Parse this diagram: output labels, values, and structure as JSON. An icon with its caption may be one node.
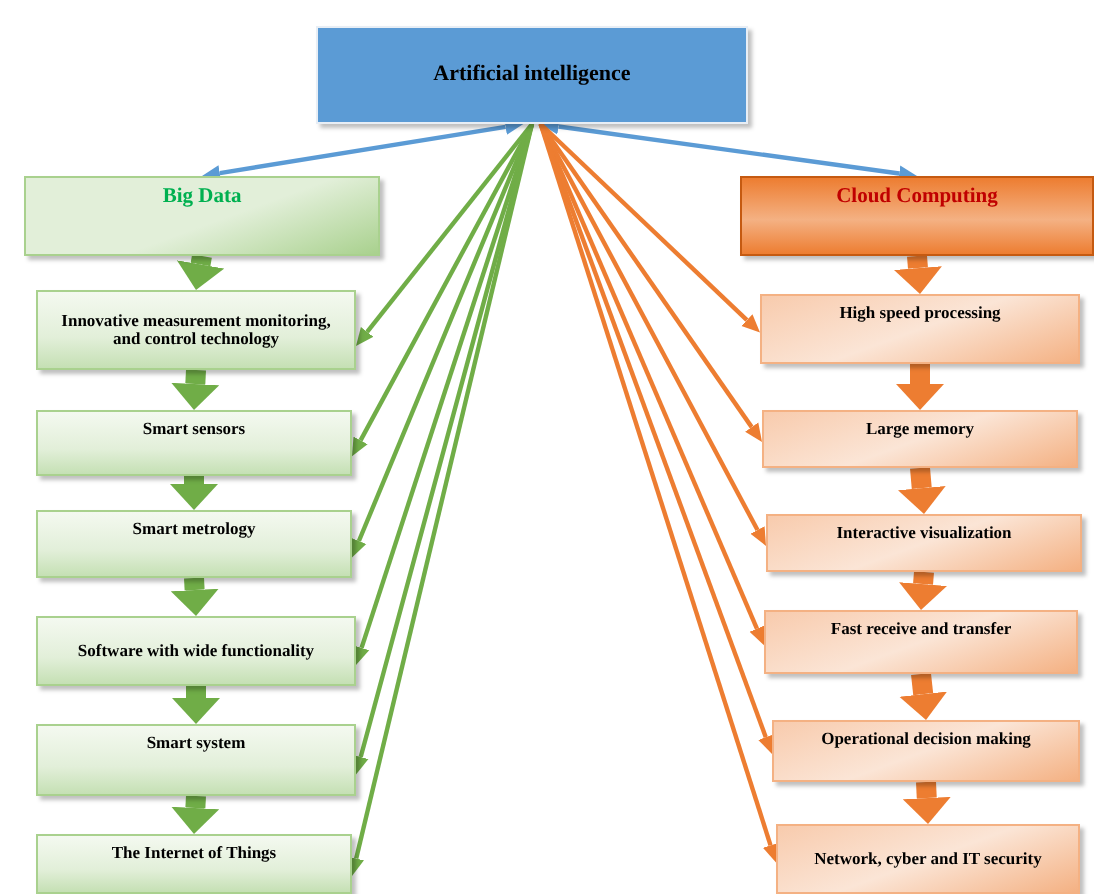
{
  "diagram": {
    "nodes": [
      {
        "text": [
          "Artificial intelligence"
        ]
      },
      {
        "text": [
          "Big Data"
        ]
      },
      {
        "text": [
          "Innovative measurement monitoring, and control technology"
        ]
      },
      {
        "text": [
          "Smart sensors"
        ]
      },
      {
        "text": [
          "Smart metrology"
        ]
      },
      {
        "text": [
          "Software with wide functionality"
        ]
      },
      {
        "text": [
          "Smart system"
        ]
      },
      {
        "text": [
          "The Internet of Things"
        ]
      },
      {
        "text": [
          "Cloud Computing"
        ]
      },
      {
        "text": [
          "High speed processing"
        ]
      },
      {
        "text": [
          "Large memory"
        ]
      },
      {
        "text": [
          "Interactive visualization"
        ]
      },
      {
        "text": [
          "Fast receive and transfer"
        ]
      },
      {
        "text": [
          "Operational decision making"
        ]
      },
      {
        "text": [
          "Network, cyber and IT security"
        ]
      }
    ],
    "edges": [
      {
        "from": 0,
        "to": 1,
        "arrow": "both",
        "color": "#5b9bd5"
      },
      {
        "from": 0,
        "to": 8,
        "arrow": "both",
        "color": "#5b9bd5"
      },
      {
        "from": 0,
        "to": 2,
        "arrow": "to",
        "color": "#70ad47"
      },
      {
        "from": 0,
        "to": 3,
        "arrow": "to",
        "color": "#70ad47"
      },
      {
        "from": 0,
        "to": 4,
        "arrow": "to",
        "color": "#70ad47"
      },
      {
        "from": 0,
        "to": 5,
        "arrow": "to",
        "color": "#70ad47"
      },
      {
        "from": 0,
        "to": 6,
        "arrow": "to",
        "color": "#70ad47"
      },
      {
        "from": 0,
        "to": 7,
        "arrow": "to",
        "color": "#70ad47"
      },
      {
        "from": 0,
        "to": 9,
        "arrow": "to",
        "color": "#ed7d31"
      },
      {
        "from": 0,
        "to": 10,
        "arrow": "to",
        "color": "#ed7d31"
      },
      {
        "from": 0,
        "to": 11,
        "arrow": "to",
        "color": "#ed7d31"
      },
      {
        "from": 0,
        "to": 12,
        "arrow": "to",
        "color": "#ed7d31"
      },
      {
        "from": 0,
        "to": 13,
        "arrow": "to",
        "color": "#ed7d31"
      },
      {
        "from": 0,
        "to": 14,
        "arrow": "to",
        "color": "#ed7d31"
      },
      {
        "from": 1,
        "to": 2,
        "arrow": "to",
        "style": "thick",
        "color": "#70ad47"
      },
      {
        "from": 2,
        "to": 3,
        "arrow": "to",
        "style": "thick",
        "color": "#70ad47"
      },
      {
        "from": 3,
        "to": 4,
        "arrow": "to",
        "style": "thick",
        "color": "#70ad47"
      },
      {
        "from": 4,
        "to": 5,
        "arrow": "to",
        "style": "thick",
        "color": "#70ad47"
      },
      {
        "from": 5,
        "to": 6,
        "arrow": "to",
        "style": "thick",
        "color": "#70ad47"
      },
      {
        "from": 6,
        "to": 7,
        "arrow": "to",
        "style": "thick",
        "color": "#70ad47"
      },
      {
        "from": 8,
        "to": 9,
        "arrow": "to",
        "style": "thick",
        "color": "#ed7d31"
      },
      {
        "from": 9,
        "to": 10,
        "arrow": "to",
        "style": "thick",
        "color": "#ed7d31"
      },
      {
        "from": 10,
        "to": 11,
        "arrow": "to",
        "style": "thick",
        "color": "#ed7d31"
      },
      {
        "from": 11,
        "to": 12,
        "arrow": "to",
        "style": "thick",
        "color": "#ed7d31"
      },
      {
        "from": 12,
        "to": 13,
        "arrow": "to",
        "style": "thick",
        "color": "#ed7d31"
      },
      {
        "from": 13,
        "to": 14,
        "arrow": "to",
        "style": "thick",
        "color": "#ed7d31"
      }
    ]
  }
}
